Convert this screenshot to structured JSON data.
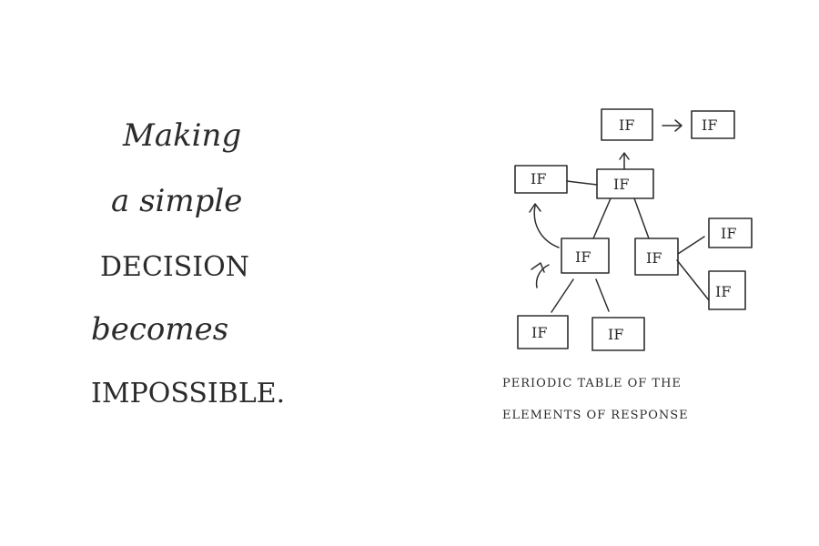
{
  "left_text": {
    "lines": [
      "Making",
      "a simple",
      "DECISION",
      "becomes",
      "IMPOSSIBLE."
    ]
  },
  "diagram": {
    "node_label": "IF",
    "caption_line1": "PERIODIC TABLE OF THE",
    "caption_line2": "ELEMENTS OF RESPONSE"
  },
  "colors": {
    "ink": "#2e2e2e",
    "paper": "#ffffff"
  }
}
